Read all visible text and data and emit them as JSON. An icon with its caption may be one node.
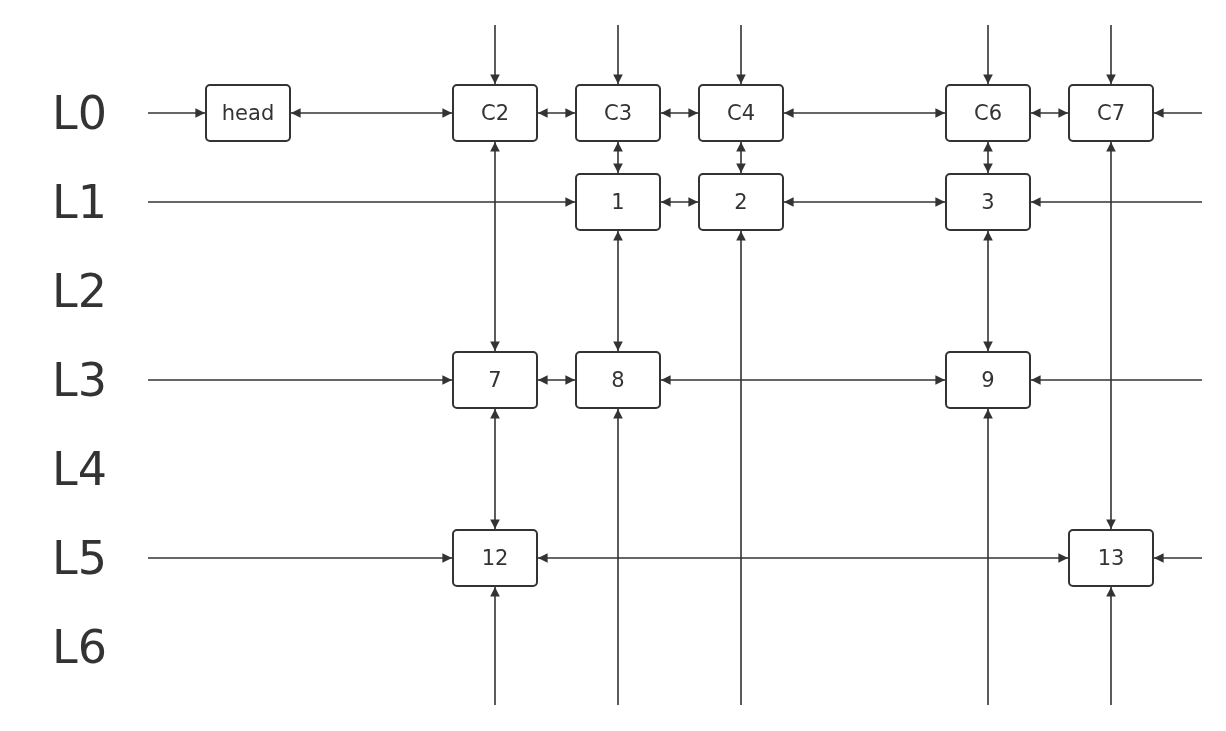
{
  "diagram": {
    "nodes": [
      {
        "text": [
          "head"
        ]
      },
      {
        "text": [
          "C2"
        ]
      },
      {
        "text": [
          "C3"
        ]
      },
      {
        "text": [
          "C4"
        ]
      },
      {
        "text": [
          "C6"
        ]
      },
      {
        "text": [
          "C7"
        ]
      },
      {
        "text": [
          "1"
        ]
      },
      {
        "text": [
          "2"
        ]
      },
      {
        "text": [
          "3"
        ]
      },
      {
        "text": [
          "7"
        ]
      },
      {
        "text": [
          "8"
        ]
      },
      {
        "text": [
          "9"
        ]
      },
      {
        "text": [
          "12"
        ]
      },
      {
        "text": [
          "13"
        ]
      }
    ],
    "edges": [
      {
        "from": null,
        "to": 0,
        "arrow": "to"
      },
      {
        "from": 0,
        "to": 1,
        "arrow": "both"
      },
      {
        "from": 1,
        "to": 2,
        "arrow": "both"
      },
      {
        "from": 2,
        "to": 3,
        "arrow": "both"
      },
      {
        "from": 3,
        "to": 4,
        "arrow": "both"
      },
      {
        "from": 4,
        "to": 5,
        "arrow": "both"
      },
      {
        "from": null,
        "to": 5,
        "arrow": "to"
      },
      {
        "from": null,
        "to": 1,
        "arrow": "to"
      },
      {
        "from": null,
        "to": 2,
        "arrow": "to"
      },
      {
        "from": null,
        "to": 3,
        "arrow": "to"
      },
      {
        "from": null,
        "to": 4,
        "arrow": "to"
      },
      {
        "from": null,
        "to": 5,
        "arrow": "to"
      },
      {
        "from": null,
        "to": 6,
        "arrow": "to"
      },
      {
        "from": 6,
        "to": 7,
        "arrow": "both"
      },
      {
        "from": 7,
        "to": 8,
        "arrow": "both"
      },
      {
        "from": null,
        "to": 8,
        "arrow": "to"
      },
      {
        "from": 1,
        "to": 9,
        "arrow": "both"
      },
      {
        "from": 2,
        "to": 6,
        "arrow": "both"
      },
      {
        "from": 3,
        "to": 7,
        "arrow": "both"
      },
      {
        "from": 4,
        "to": 8,
        "arrow": "both"
      },
      {
        "from": 5,
        "to": 13,
        "arrow": "both"
      },
      {
        "from": 6,
        "to": 10,
        "arrow": "both"
      },
      {
        "from": null,
        "to": 7,
        "arrow": "to"
      },
      {
        "from": 8,
        "to": 11,
        "arrow": "both"
      },
      {
        "from": null,
        "to": 9,
        "arrow": "to"
      },
      {
        "from": 9,
        "to": 10,
        "arrow": "both"
      },
      {
        "from": 10,
        "to": 11,
        "arrow": "both"
      },
      {
        "from": null,
        "to": 11,
        "arrow": "to"
      },
      {
        "from": 9,
        "to": 12,
        "arrow": "both"
      },
      {
        "from": null,
        "to": 10,
        "arrow": "to"
      },
      {
        "from": null,
        "to": 11,
        "arrow": "to"
      },
      {
        "from": null,
        "to": 12,
        "arrow": "to"
      },
      {
        "from": 12,
        "to": 13,
        "arrow": "both"
      },
      {
        "from": null,
        "to": 13,
        "arrow": "to"
      },
      {
        "from": null,
        "to": 12,
        "arrow": "to"
      },
      {
        "from": null,
        "to": 13,
        "arrow": "to"
      }
    ],
    "labels": [
      "L0",
      "L1",
      "L2",
      "L3",
      "L4",
      "L5",
      "L6"
    ]
  }
}
